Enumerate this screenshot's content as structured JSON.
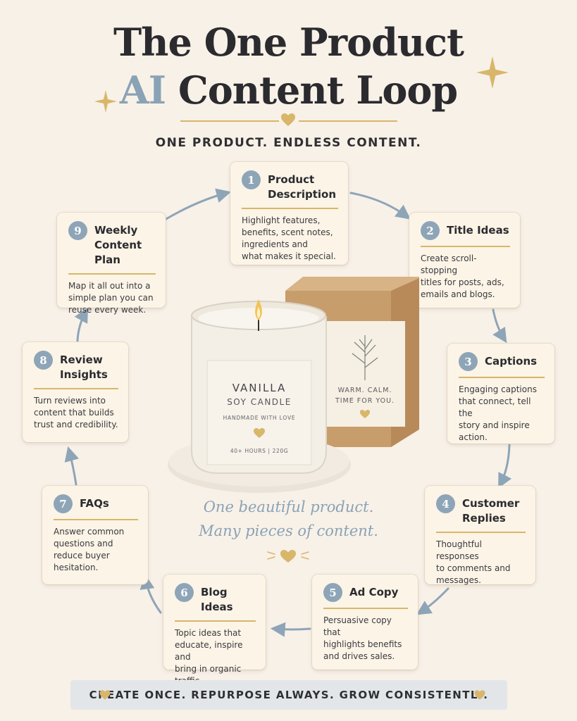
{
  "header": {
    "title_line1": "The One Product",
    "title_accent": "AI",
    "title_line2_rest": " Content Loop",
    "subtitle": "ONE PRODUCT. ENDLESS CONTENT."
  },
  "colors": {
    "background": "#f8f1e8",
    "accent_blue": "#8aa2b5",
    "gold": "#d8b66a",
    "card": "#fbf4e7",
    "kraft_box": "#c89d6c"
  },
  "steps": [
    {
      "num": "1",
      "title_a": "Product",
      "title_b": "Description",
      "desc": [
        "Highlight features,",
        "benefits, scent notes,",
        "ingredients and",
        "what makes it special."
      ]
    },
    {
      "num": "2",
      "title_a": "Title Ideas",
      "title_b": "",
      "desc": [
        "Create scroll-stopping",
        "titles for posts, ads,",
        "emails and blogs."
      ]
    },
    {
      "num": "3",
      "title_a": "Captions",
      "title_b": "",
      "desc": [
        "Engaging captions",
        "that connect, tell the",
        "story and inspire",
        "action."
      ]
    },
    {
      "num": "4",
      "title_a": "Customer",
      "title_b": "Replies",
      "desc": [
        "Thoughtful responses",
        "to comments and",
        "messages."
      ]
    },
    {
      "num": "5",
      "title_a": "Ad Copy",
      "title_b": "",
      "desc": [
        "Persuasive copy that",
        "highlights benefits",
        "and drives sales."
      ]
    },
    {
      "num": "6",
      "title_a": "Blog Ideas",
      "title_b": "",
      "desc": [
        "Topic ideas that",
        "educate, inspire and",
        "bring in organic",
        "traffic."
      ]
    },
    {
      "num": "7",
      "title_a": "FAQs",
      "title_b": "",
      "desc": [
        "Answer common",
        "questions and",
        "reduce buyer",
        "hesitation."
      ]
    },
    {
      "num": "8",
      "title_a": "Review",
      "title_b": "Insights",
      "desc": [
        "Turn reviews into",
        "content that builds",
        "trust and credibility."
      ]
    },
    {
      "num": "9",
      "title_a": "Weekly",
      "title_b": "Content Plan",
      "desc": [
        "Map it all out into a",
        "simple plan you can",
        "reuse every week."
      ]
    }
  ],
  "product": {
    "label_line1": "VANILLA",
    "label_line2": "SOY CANDLE",
    "label_line3": "HANDMADE WITH LOVE",
    "label_line4": "40+ HOURS | 220G",
    "box_line1": "WARM. CALM.",
    "box_line2": "TIME FOR YOU."
  },
  "tagline": {
    "line1": "One beautiful product.",
    "line2": "Many pieces of content."
  },
  "footer": {
    "banner": "CREATE ONCE. REPURPOSE ALWAYS. GROW CONSISTENTLY."
  }
}
